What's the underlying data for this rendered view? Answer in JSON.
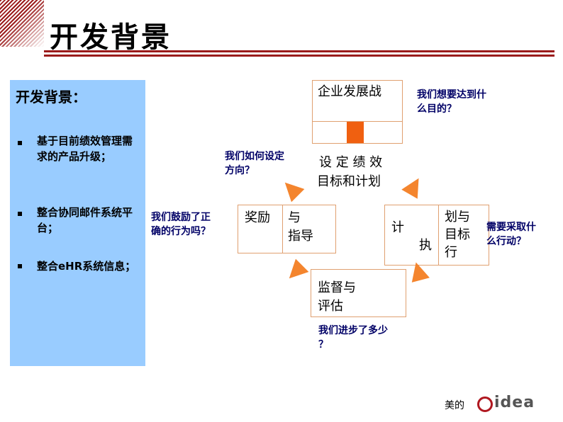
{
  "page": {
    "title": "开发背景"
  },
  "left_panel": {
    "title": "开发背景：",
    "bullets": [
      "基于目前绩效管理需求的产品升级；",
      "整合协同邮件系统平台；",
      "整合eHR系统信息；"
    ]
  },
  "diagram": {
    "top_box": "企业发展战",
    "goal_label_line1": "设 定 绩 效",
    "goal_label_line2": "目标和计划",
    "reward_box_left": "奖励",
    "reward_box_right_line1": "与",
    "reward_box_right_line2": "指导",
    "plan_box_left_line1": "计",
    "plan_box_left_line2": "执",
    "plan_box_right_line1": "划与",
    "plan_box_right_line2": "目标",
    "plan_box_right_line3": "行",
    "monitor_box_line1": "监督与",
    "monitor_box_line2": "评估"
  },
  "questions": {
    "top_right_line1": "我们想要达到什",
    "top_right_line2": "么目的？",
    "top_left_line1": "我们如何设定",
    "top_left_line2": "方向？",
    "left_line1": "我们鼓励了正",
    "left_line2": "确的行为吗？",
    "right_line1": "需要采取什",
    "right_line2": "么行动？",
    "bottom_line1": "我们进步了多少",
    "bottom_line2": "？"
  },
  "logo": {
    "cn": "美的",
    "en": "idea"
  },
  "colors": {
    "accent": "#9b1b1b",
    "panel": "#99ccff",
    "arrow": "#f4852e",
    "question": "#000066"
  }
}
